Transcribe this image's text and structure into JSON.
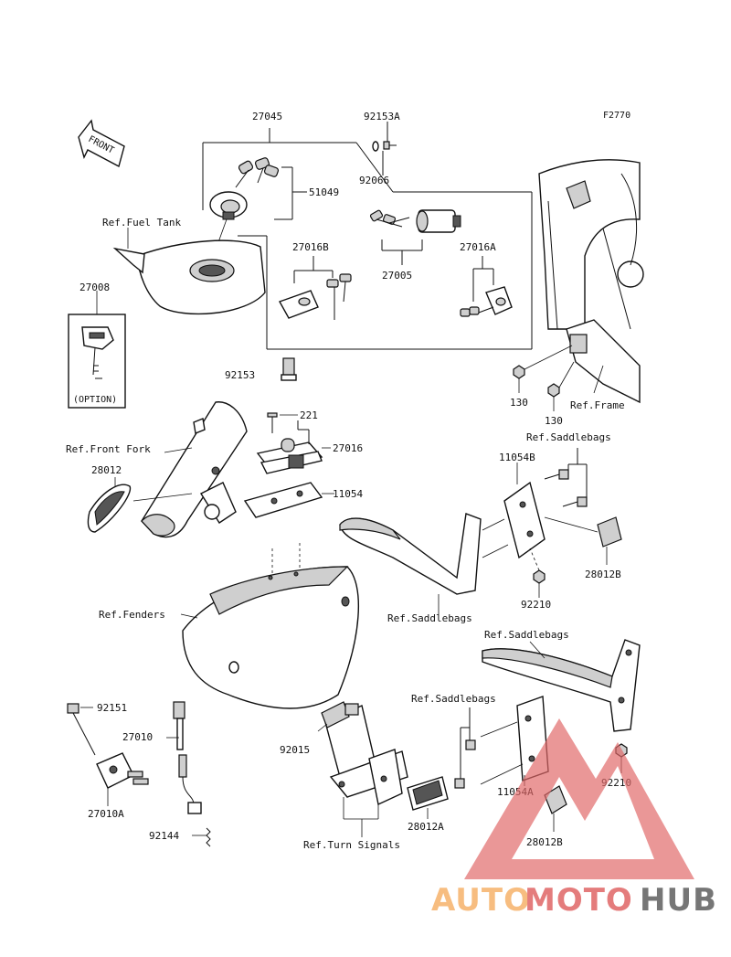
{
  "figure_code": "F2770",
  "front_arrow": "FRONT",
  "option_label": "(OPTION)",
  "parts": {
    "p27045": "27045",
    "p92153A": "92153A",
    "p92066": "92066",
    "p51049": "51049",
    "p27016B": "27016B",
    "p27005": "27005",
    "p27016A": "27016A",
    "p27008": "27008",
    "p92153": "92153",
    "p130a": "130",
    "p130b": "130",
    "p221": "221",
    "p27016": "27016",
    "p11054": "11054",
    "p11054B": "11054B",
    "p28012": "28012",
    "p28012B_top": "28012B",
    "p92210_top": "92210",
    "p92151": "92151",
    "p27010": "27010",
    "p27010A": "27010A",
    "p92144": "92144",
    "p92015": "92015",
    "p28012A": "28012A",
    "p11054A": "11054A",
    "p92210_bot": "92210",
    "p28012B_bot": "28012B"
  },
  "refs": {
    "fuel_tank": "Ref.Fuel Tank",
    "frame": "Ref.Frame",
    "saddlebags_1": "Ref.Saddlebags",
    "front_fork": "Ref.Front Fork",
    "fenders": "Ref.Fenders",
    "saddlebags_2": "Ref.Saddlebags",
    "saddlebags_3": "Ref.Saddlebags",
    "saddlebags_4": "Ref.Saddlebags",
    "turn_signals": "Ref.Turn Signals"
  },
  "watermark": {
    "part1": "AUTO",
    "part2": "MOTO",
    "part3": "HUB",
    "color_orange": "#f6b26b",
    "color_red": "#e06666",
    "color_grey": "#5f5f5f"
  }
}
